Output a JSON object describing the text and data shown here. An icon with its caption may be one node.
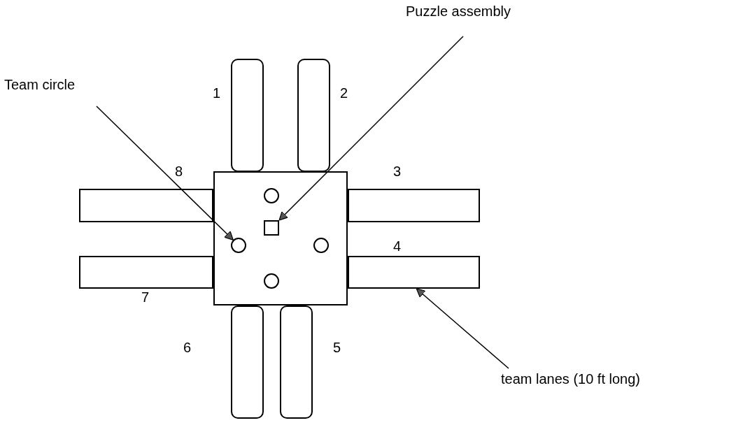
{
  "diagram": {
    "nodes": [
      {
        "text": [
          "Puzzle assembly"
        ]
      },
      {
        "text": [
          "Team circle"
        ]
      },
      {
        "text": [],
        "shape": "bar",
        "beside": [
          "1"
        ]
      },
      {
        "text": [],
        "shape": "bar",
        "beside": [
          "2"
        ]
      },
      {
        "text": [],
        "shape": "box"
      },
      {
        "text": [],
        "shape": "circle",
        "in": 4
      },
      {
        "text": [],
        "shape": "box",
        "in": 4
      },
      {
        "text": [],
        "shape": "circle",
        "in": 4
      },
      {
        "text": [],
        "shape": "circle",
        "in": 4
      },
      {
        "text": [],
        "shape": "circle",
        "in": 4
      },
      {
        "text": [],
        "shape": "bar",
        "beside": [
          "8"
        ]
      },
      {
        "text": [],
        "shape": "bar",
        "beside": [
          "3"
        ]
      },
      {
        "text": [],
        "shape": "bar",
        "beside": [
          "7"
        ]
      },
      {
        "text": [],
        "shape": "bar",
        "beside": [
          "4"
        ]
      },
      {
        "text": [],
        "shape": "bar",
        "beside": [
          "6"
        ]
      },
      {
        "text": [],
        "shape": "bar",
        "beside": [
          "5"
        ]
      },
      {
        "text": [
          "team lanes (10 ft long)"
        ]
      }
    ],
    "edges": [
      {
        "from": 1,
        "to": 7,
        "arrow": "to"
      },
      {
        "from": 0,
        "to": 6,
        "arrow": "to"
      },
      {
        "from": 16,
        "to": 13,
        "arrow": "to"
      }
    ]
  }
}
